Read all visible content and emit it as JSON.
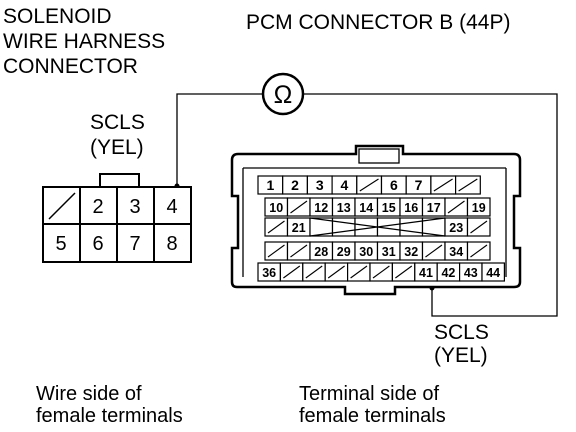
{
  "solenoid": {
    "title_lines": [
      "SOLENOID",
      "WIRE HARNESS",
      "CONNECTOR"
    ],
    "wire_label": "SCLS",
    "wire_color": "(YEL)",
    "top_row": [
      "",
      "2",
      "3",
      "4"
    ],
    "bottom_row": [
      "5",
      "6",
      "7",
      "8"
    ],
    "caption_lines": [
      "Wire side of",
      "female terminals"
    ]
  },
  "pcm": {
    "title": "PCM CONNECTOR B (44P)",
    "wire_label": "SCLS",
    "wire_color": "(YEL)",
    "meter_symbol": "Ω",
    "caption_lines": [
      "Terminal side of",
      "female terminals"
    ],
    "row1": [
      "1",
      "2",
      "3",
      "4",
      "",
      "6",
      "7",
      "",
      ""
    ],
    "row2": [
      "10",
      "",
      "12",
      "13",
      "14",
      "15",
      "16",
      "17",
      "",
      "19"
    ],
    "row3": [
      "",
      "21",
      "",
      "",
      "",
      "",
      "",
      "",
      "23",
      ""
    ],
    "row4": [
      "",
      "",
      "28",
      "29",
      "30",
      "31",
      "32",
      "",
      "34",
      ""
    ],
    "row5": [
      "36",
      "",
      "",
      "",
      "",
      "",
      "41",
      "42",
      "43",
      "44"
    ]
  }
}
